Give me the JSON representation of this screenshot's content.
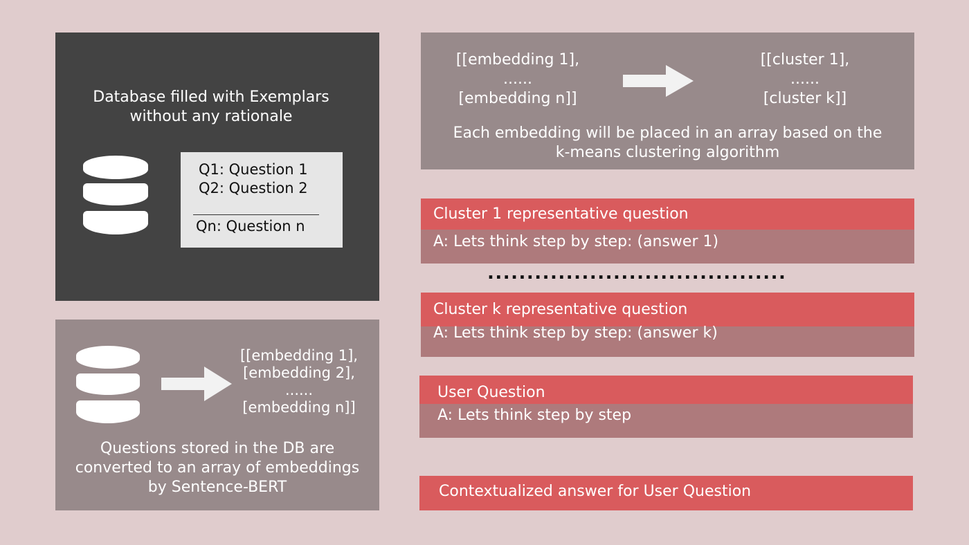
{
  "panel_db": {
    "title_lines": [
      "Database filled with Exemplars",
      "without any rationale"
    ],
    "card_lines": [
      "Q1: Question 1",
      "Q2: Question 2"
    ],
    "card_last": "Qn: Question n"
  },
  "panel_embed": {
    "array_lines": [
      "[[embedding 1],",
      "[embedding 2],",
      "......",
      "[embedding n]]"
    ],
    "caption_lines": [
      "Questions stored in the DB are",
      "converted to an array of embeddings",
      "by Sentence-BERT"
    ]
  },
  "panel_cluster": {
    "left_lines": [
      "[[embedding 1],",
      "......",
      "[embedding n]]"
    ],
    "right_lines": [
      "[[cluster 1],",
      "......",
      "[cluster k]]"
    ],
    "caption_lines": [
      "Each embedding will be placed in an array based on the",
      "k-means clustering algorithm"
    ]
  },
  "cluster_1": {
    "header": "Cluster 1 representative question",
    "answer": "A: Lets think step by step: (answer 1)"
  },
  "separator": "......................................",
  "cluster_k": {
    "header": "Cluster k representative question",
    "answer": "A: Lets think step by step: (answer k)"
  },
  "user_question": {
    "header": "User Question",
    "answer": "A: Lets think step by step"
  },
  "final_answer": "Contextualized answer for User Question",
  "colors": {
    "background": "#e0cccd",
    "dark_panel": "#434343",
    "grey_panel": "#988a8b",
    "red_header": "#d95b5d",
    "answer_band": "#ae7a7c"
  },
  "icons": [
    "database-icon",
    "right-arrow-icon"
  ]
}
